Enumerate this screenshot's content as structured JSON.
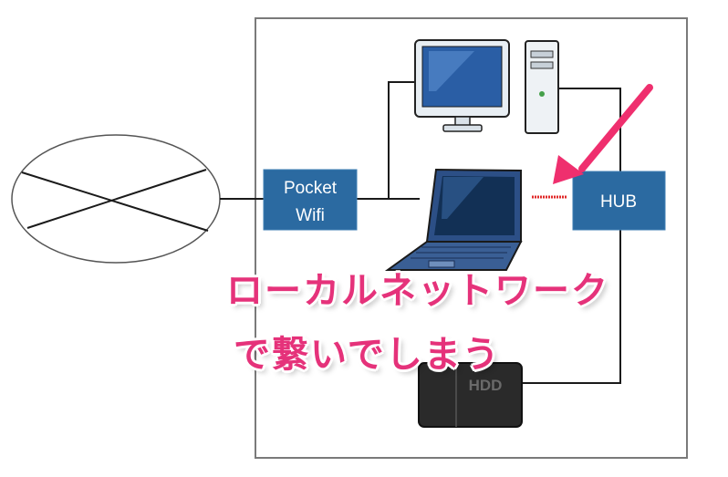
{
  "nodes": {
    "pocket_wifi": {
      "line1": "Pocket",
      "line2": "Wifi"
    },
    "hub": {
      "label": "HUB"
    },
    "hdd": {
      "label": "HDD"
    }
  },
  "caption": {
    "line1": "ローカルネットワーク",
    "line2": "で繋いでしまう"
  },
  "colors": {
    "node_fill": "#2b6aa1",
    "node_text": "#ffffff",
    "caption": "#e5327a",
    "arrow": "#ef2f6e",
    "frame": "#7a7a7a",
    "wire": "#1a1a1a"
  },
  "icons": [
    "internet-cloud-icon",
    "desktop-pc-icon",
    "laptop-icon",
    "hdd-icon",
    "pointer-arrow-icon"
  ]
}
